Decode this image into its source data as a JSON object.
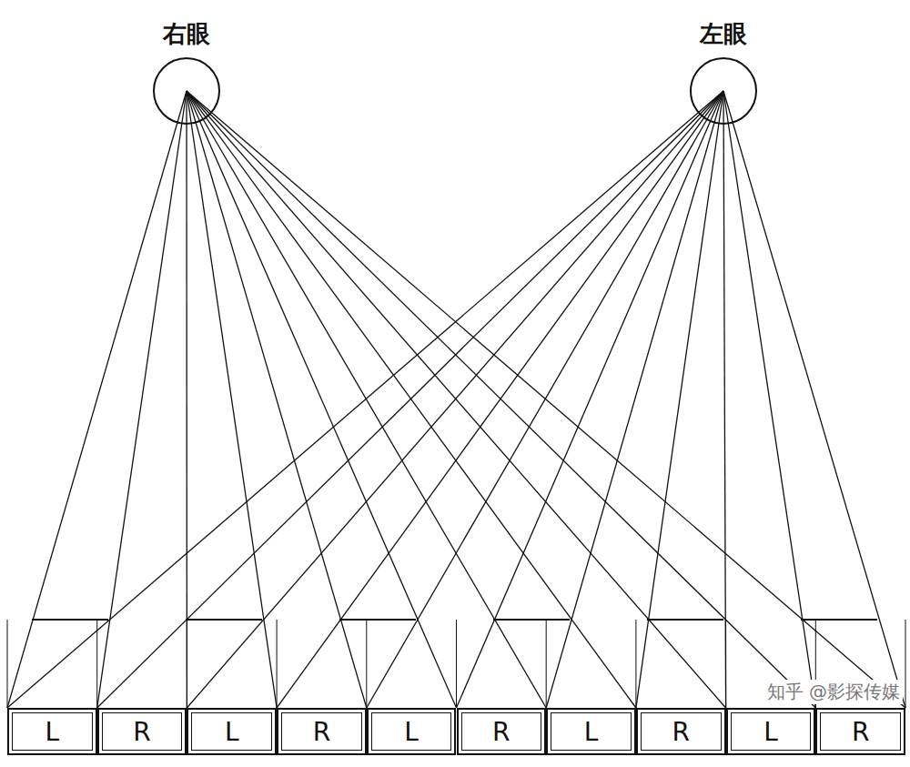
{
  "diagram": {
    "nodes": [
      {
        "text": [
          "右眼"
        ]
      },
      {
        "text": [
          "左眼"
        ]
      },
      {
        "text": [
          "L"
        ]
      },
      {
        "text": [
          "R"
        ]
      },
      {
        "text": [
          "L"
        ]
      },
      {
        "text": [
          "R"
        ]
      },
      {
        "text": [
          "L"
        ]
      },
      {
        "text": [
          "R"
        ]
      },
      {
        "text": [
          "L"
        ]
      },
      {
        "text": [
          "R"
        ]
      },
      {
        "text": [
          "L"
        ]
      },
      {
        "text": [
          "R"
        ]
      }
    ],
    "labels": [
      "知乎 @影探传媒"
    ]
  }
}
